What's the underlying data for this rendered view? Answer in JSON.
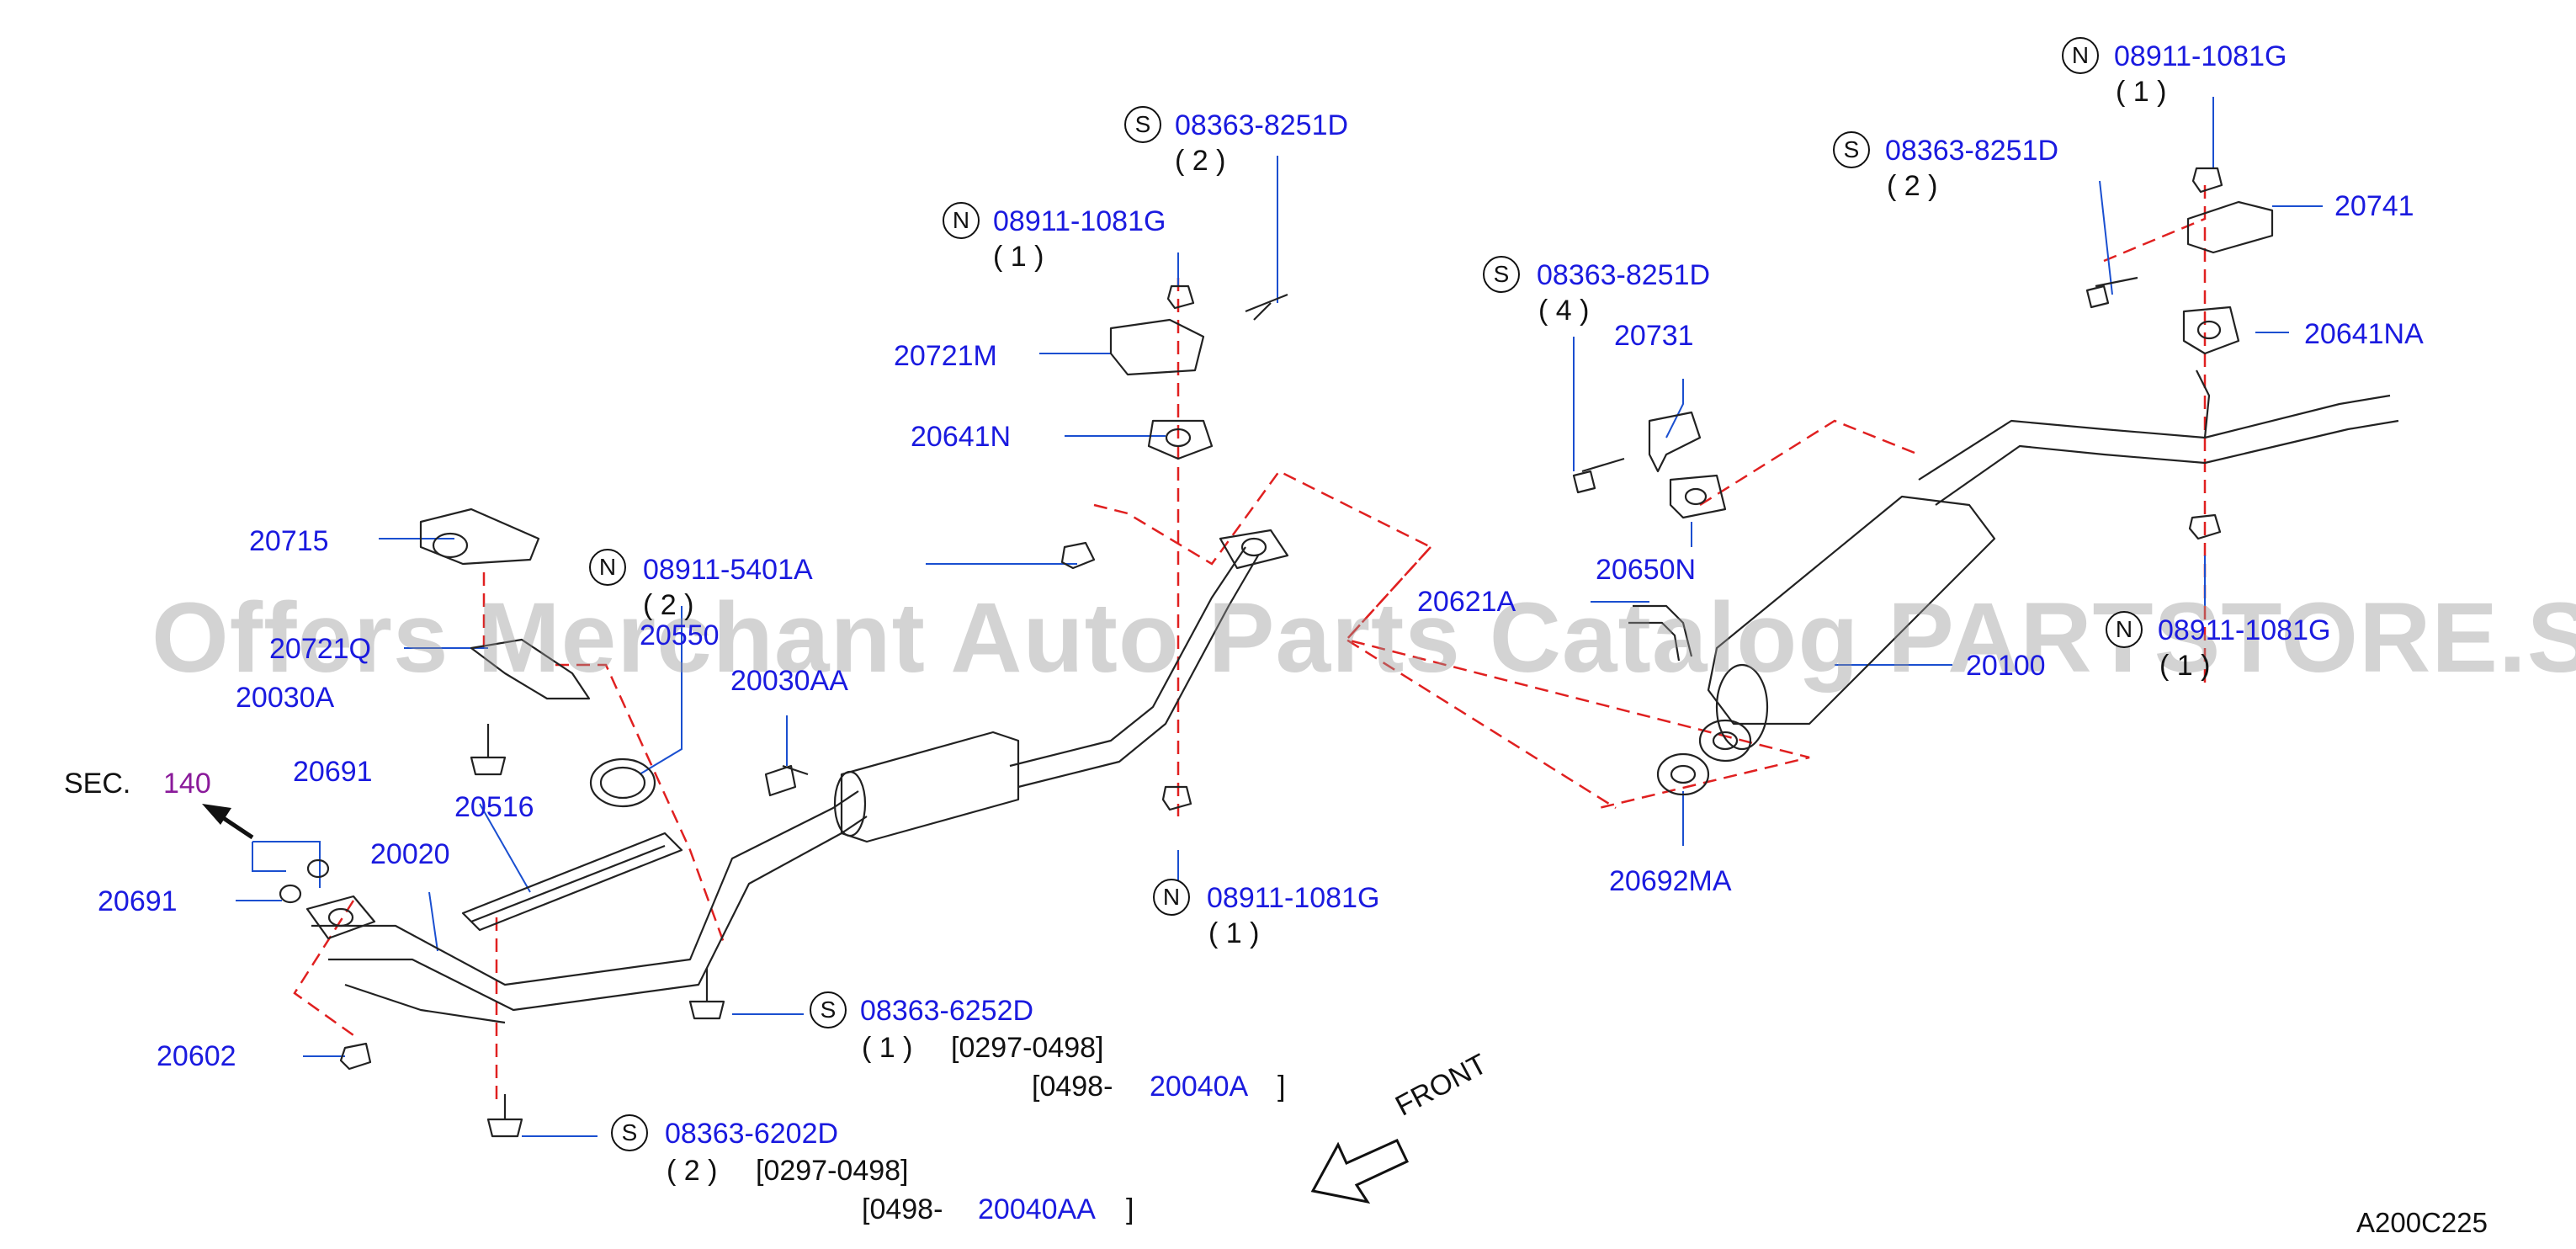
{
  "watermark": "Offers Merchant Auto Parts Catalog PARTSTORE.SA",
  "diagram_code": "A200C225",
  "front_label": "FRONT",
  "colors": {
    "part_number": "#1a1adf",
    "section_link": "#8a1a9a",
    "leader_line": "#1a4fd0",
    "centerline": "#e02020",
    "outline": "#222222"
  },
  "icons": {
    "standard_bolt": "S",
    "standard_nut": "N"
  },
  "labels": [
    {
      "id": "l01",
      "kind": "badge",
      "text": "S"
    },
    {
      "id": "l02",
      "kind": "part",
      "text": "08363-8251D"
    },
    {
      "id": "l03",
      "kind": "qty",
      "text": "( 2 )"
    },
    {
      "id": "l04",
      "kind": "badge",
      "text": "N"
    },
    {
      "id": "l05",
      "kind": "part",
      "text": "08911-1081G"
    },
    {
      "id": "l06",
      "kind": "qty",
      "text": "( 1 )"
    },
    {
      "id": "l07",
      "kind": "part",
      "text": "20721M"
    },
    {
      "id": "l08",
      "kind": "part",
      "text": "20641N"
    },
    {
      "id": "l09",
      "kind": "part",
      "text": "20715"
    },
    {
      "id": "l10",
      "kind": "badge",
      "text": "N"
    },
    {
      "id": "l11",
      "kind": "part",
      "text": "08911-5401A"
    },
    {
      "id": "l12",
      "kind": "qty",
      "text": "( 2 )"
    },
    {
      "id": "l13",
      "kind": "part",
      "text": "20721Q"
    },
    {
      "id": "l14",
      "kind": "part",
      "text": "20030A"
    },
    {
      "id": "l15",
      "kind": "part",
      "text": "20550"
    },
    {
      "id": "l16",
      "kind": "part",
      "text": "20030AA"
    },
    {
      "id": "l17",
      "kind": "plain",
      "text": "SEC."
    },
    {
      "id": "l18",
      "kind": "sec",
      "text": "140"
    },
    {
      "id": "l19",
      "kind": "part",
      "text": "20691"
    },
    {
      "id": "l20",
      "kind": "part",
      "text": "20516"
    },
    {
      "id": "l21",
      "kind": "part",
      "text": "20020"
    },
    {
      "id": "l22",
      "kind": "part",
      "text": "20691"
    },
    {
      "id": "l23",
      "kind": "part",
      "text": "20602"
    },
    {
      "id": "l24",
      "kind": "badge",
      "text": "S"
    },
    {
      "id": "l25",
      "kind": "part",
      "text": "08363-6252D"
    },
    {
      "id": "l26",
      "kind": "qty",
      "text": "( 1 )"
    },
    {
      "id": "l27",
      "kind": "date",
      "text": "[0297-0498]"
    },
    {
      "id": "l28",
      "kind": "date",
      "text": "[0498-"
    },
    {
      "id": "l29",
      "kind": "part",
      "text": "20040A"
    },
    {
      "id": "l30",
      "kind": "date",
      "text": "]"
    },
    {
      "id": "l31",
      "kind": "badge",
      "text": "S"
    },
    {
      "id": "l32",
      "kind": "part",
      "text": "08363-6202D"
    },
    {
      "id": "l33",
      "kind": "qty",
      "text": "( 2 )"
    },
    {
      "id": "l34",
      "kind": "date",
      "text": "[0297-0498]"
    },
    {
      "id": "l35",
      "kind": "date",
      "text": "[0498-"
    },
    {
      "id": "l36",
      "kind": "part",
      "text": "20040AA"
    },
    {
      "id": "l37",
      "kind": "date",
      "text": "]"
    },
    {
      "id": "l38",
      "kind": "badge",
      "text": "N"
    },
    {
      "id": "l39",
      "kind": "part",
      "text": "08911-1081G"
    },
    {
      "id": "l40",
      "kind": "qty",
      "text": "( 1 )"
    },
    {
      "id": "l41",
      "kind": "badge",
      "text": "S"
    },
    {
      "id": "l42",
      "kind": "part",
      "text": "08363-8251D"
    },
    {
      "id": "l43",
      "kind": "qty",
      "text": "( 4 )"
    },
    {
      "id": "l44",
      "kind": "part",
      "text": "20731"
    },
    {
      "id": "l45",
      "kind": "part",
      "text": "20650N"
    },
    {
      "id": "l46",
      "kind": "part",
      "text": "20621A"
    },
    {
      "id": "l47",
      "kind": "part",
      "text": "20100"
    },
    {
      "id": "l48",
      "kind": "part",
      "text": "20692MA"
    },
    {
      "id": "l49",
      "kind": "badge",
      "text": "S"
    },
    {
      "id": "l50",
      "kind": "part",
      "text": "08363-8251D"
    },
    {
      "id": "l51",
      "kind": "qty",
      "text": "( 2 )"
    },
    {
      "id": "l52",
      "kind": "badge",
      "text": "N"
    },
    {
      "id": "l53",
      "kind": "part",
      "text": "08911-1081G"
    },
    {
      "id": "l54",
      "kind": "qty",
      "text": "( 1 )"
    },
    {
      "id": "l55",
      "kind": "part",
      "text": "20741"
    },
    {
      "id": "l56",
      "kind": "part",
      "text": "20641NA"
    },
    {
      "id": "l57",
      "kind": "badge",
      "text": "N"
    },
    {
      "id": "l58",
      "kind": "part",
      "text": "08911-1081G"
    },
    {
      "id": "l59",
      "kind": "qty",
      "text": "( 1 )"
    }
  ]
}
